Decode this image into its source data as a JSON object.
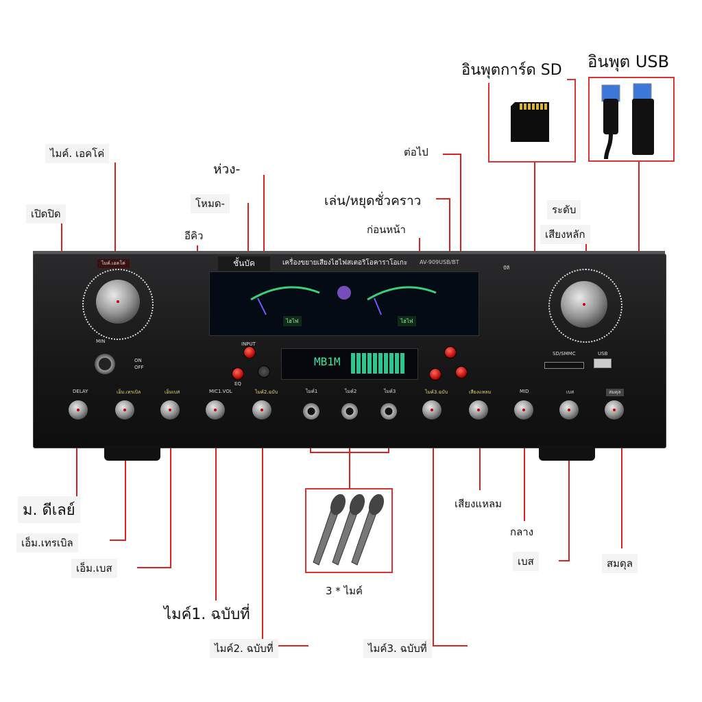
{
  "callouts": {
    "sd_input": "อินพุตการ์ด SD",
    "usb_input": "อินพุต USB",
    "mic_echo": "ไมค์. เอคโค่",
    "loop": "ห่วง-",
    "next": "ต่อไป",
    "mode": "โหมด-",
    "play_pause": "เล่น/หยุดชั่วคราว",
    "power": "เปิดปิด",
    "volume_level": "ระดับ",
    "previous": "ก่อนหน้า",
    "eq": "อีคิว",
    "main_volume": "เสียงหลัก",
    "m_delay": "ม. ดีเลย์",
    "treble": "เสียงแหลม",
    "mid": "กลาง",
    "m_treble": "เอ็ม.เทรเบิล",
    "bass": "เบส",
    "balance": "สมดุล",
    "m_bass": "เอ็ม.เบส",
    "three_mics": "3 * ไมค์",
    "mic1_vol": "ไมค์1. ฉบับที่",
    "mic2_vol": "ไมค์2. ฉบับที่",
    "mic3_vol": "ไมค์3. ฉบับที่"
  },
  "panel": {
    "title": "เครื่องขยายเสียงไฮไฟสเตอริโอคาราโอเกะ",
    "model": "AV-909USB/BT",
    "sub_bar": "ชั้นบัค",
    "mic_echo_label": "ไมค์.เอคโค่",
    "min_label": "MIN",
    "input_label": "INPUT",
    "eq_label": "EQ",
    "hifi_left": "ไฮไฟ",
    "hifi_right": "ไฮไฟ",
    "bt_label": "บีที",
    "lcd_text": "MB1M",
    "sd_label": "SD/SMMC",
    "usb_label": "USB",
    "knob_labels": [
      "DELAY",
      "เอ็ม.เทรเบิล",
      "เอ็มเบส",
      "MIC1.VOL",
      "ไมค์2.ฉบับ",
      "ไมค์3.ฉบับ",
      "เสียงแหลม",
      "MID",
      "เบส",
      "สมดุล"
    ],
    "jack_labels": [
      "ไมค์1",
      "ไมค์2",
      "ไมค์3"
    ],
    "on_label": "ON",
    "off_label": "OFF"
  }
}
